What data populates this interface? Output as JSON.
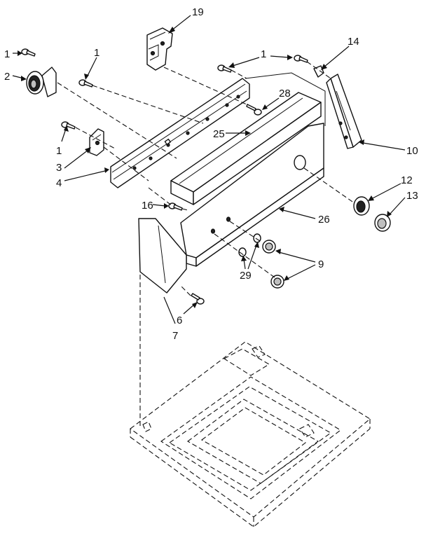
{
  "callouts": {
    "c1a": "1",
    "c1b": "1",
    "c1c": "1",
    "c1d": "1",
    "c2": "2",
    "c3": "3",
    "c4": "4",
    "c6": "6",
    "c7": "7",
    "c9": "9",
    "c10": "10",
    "c12": "12",
    "c13": "13",
    "c14": "14",
    "c16": "16",
    "c19": "19",
    "c25": "25",
    "c26": "26",
    "c28": "28",
    "c29": "29"
  }
}
